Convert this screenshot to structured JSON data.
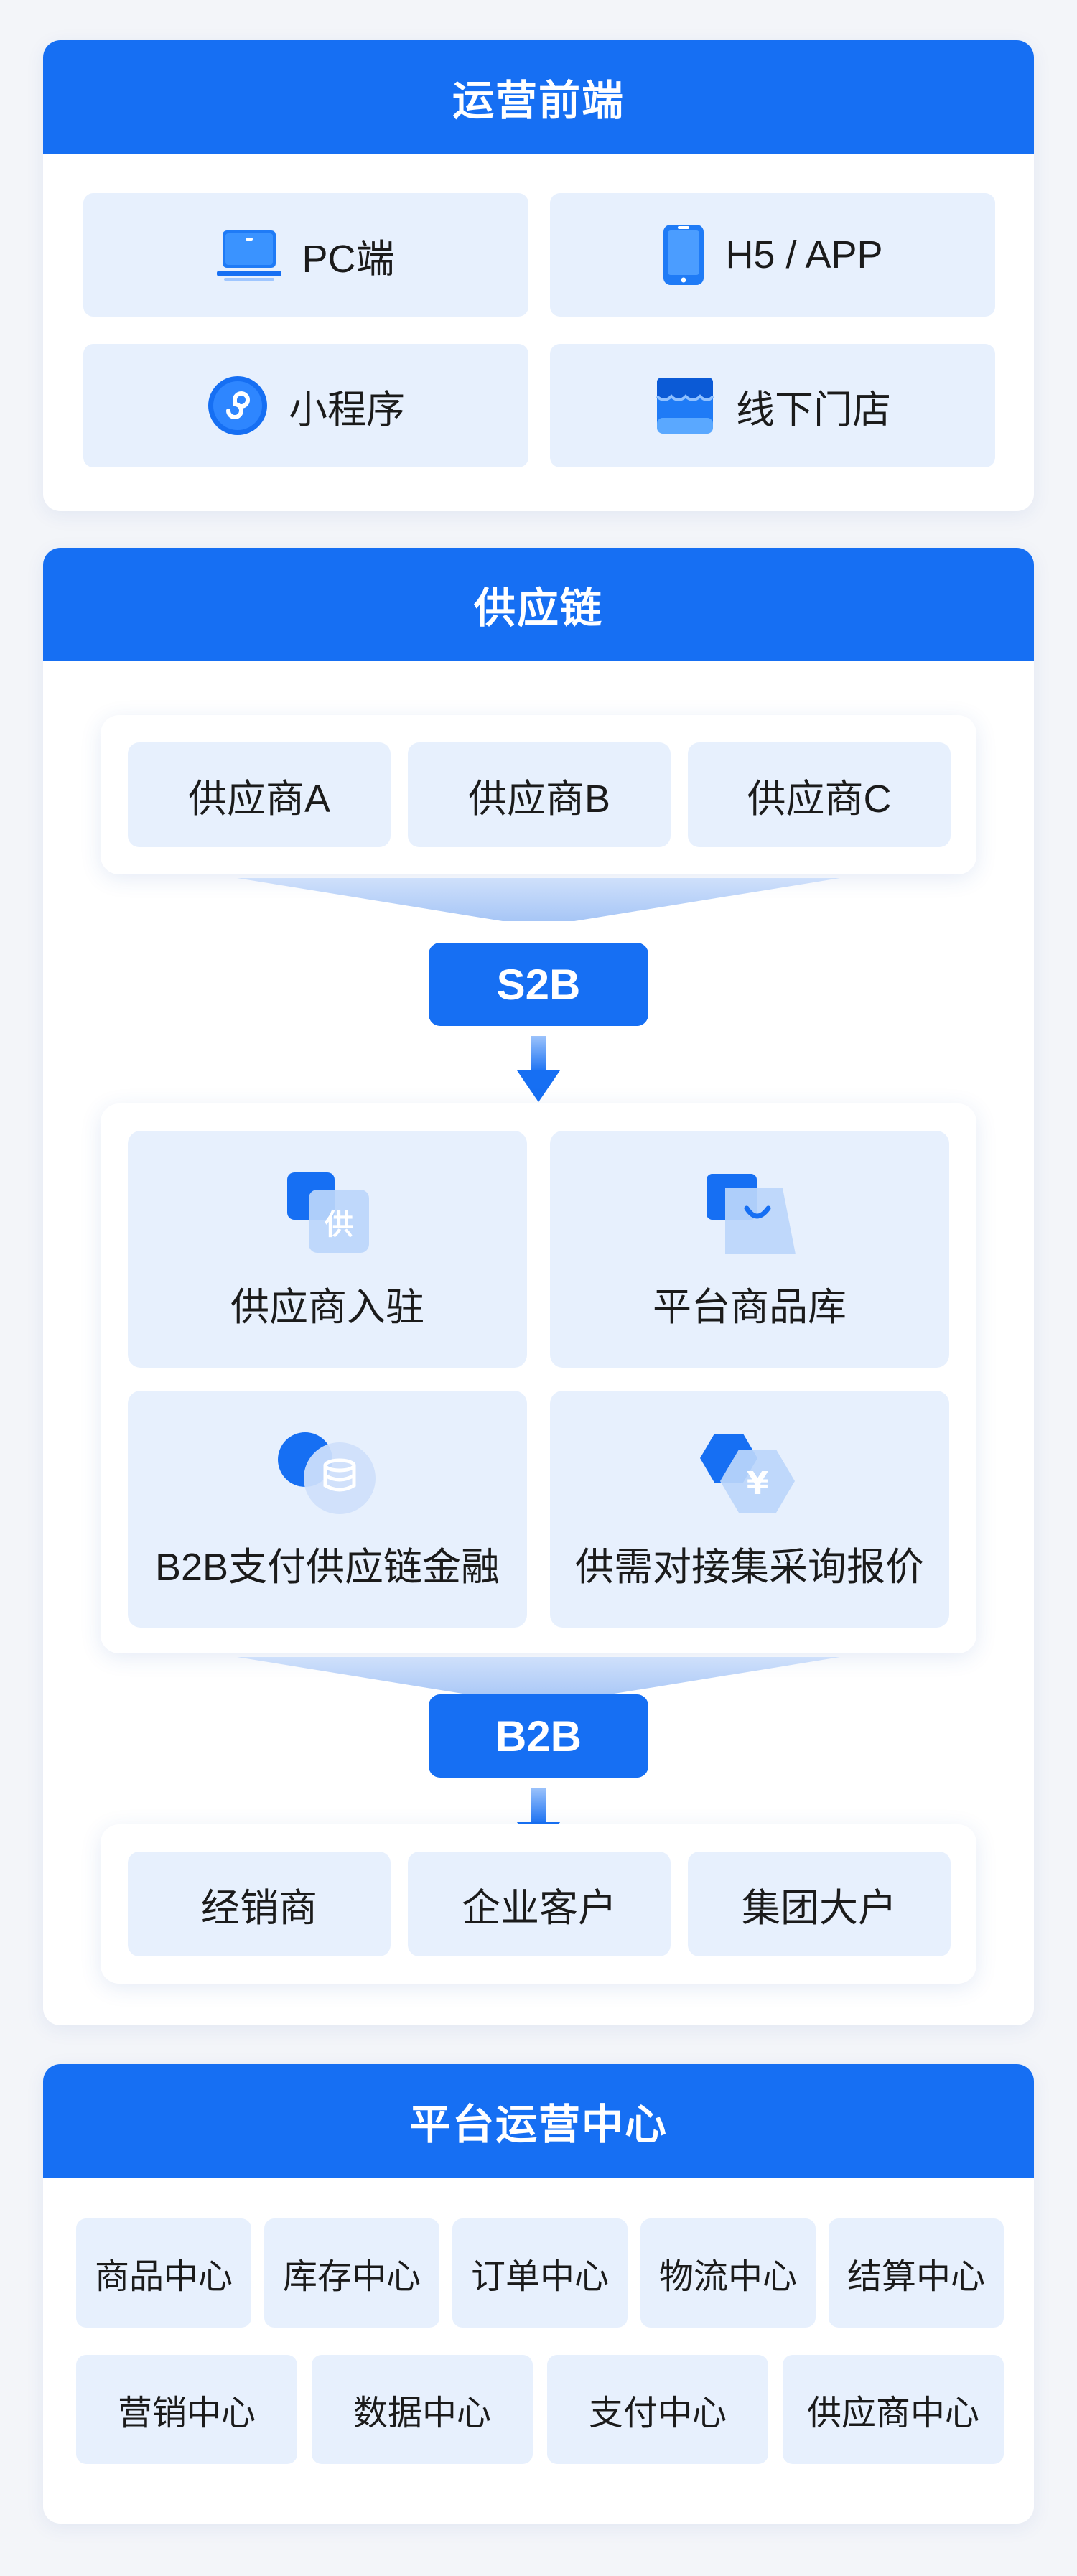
{
  "front": {
    "title": "运营前端",
    "items": [
      {
        "label": "PC端",
        "icon": "laptop-icon"
      },
      {
        "label": "H5 / APP",
        "icon": "mobile-phone-icon"
      },
      {
        "label": "小程序",
        "icon": "mini-program-icon"
      },
      {
        "label": "线下门店",
        "icon": "store-icon"
      }
    ]
  },
  "supply": {
    "title": "供应链",
    "suppliers": [
      "供应商A",
      "供应商B",
      "供应商C"
    ],
    "s2b_label": "S2B",
    "features": [
      {
        "label": "供应商入驻",
        "icon": "supplier-entry-icon",
        "glyph": "供"
      },
      {
        "label": "平台商品库",
        "icon": "product-library-icon"
      },
      {
        "label": "B2B支付供应链金融",
        "icon": "finance-coins-icon"
      },
      {
        "label": "供需对接集采询报价",
        "icon": "yen-quote-icon",
        "glyph": "¥"
      }
    ],
    "b2b_label": "B2B",
    "customers": [
      "经销商",
      "企业客户",
      "集团大户"
    ]
  },
  "ops": {
    "title": "平台运营中心",
    "row1": [
      "商品中心",
      "库存中心",
      "订单中心",
      "物流中心",
      "结算中心"
    ],
    "row2": [
      "营销中心",
      "数据中心",
      "支付中心",
      "供应商中心"
    ]
  },
  "colors": {
    "primary": "#166ff3",
    "tile": "#e7f0fd"
  }
}
